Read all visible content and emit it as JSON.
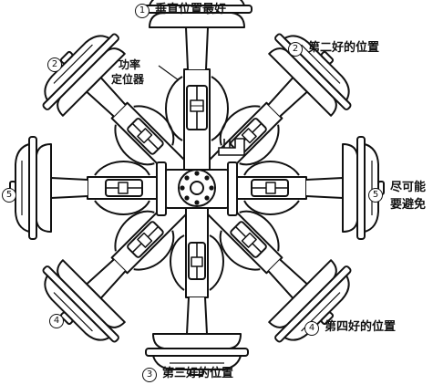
{
  "labels": {
    "top": {
      "num": "1",
      "text": "垂直位置最好"
    },
    "upper_right": {
      "num": "2",
      "text": "第二好的位置"
    },
    "upper_left": {
      "num": "2"
    },
    "right": {
      "num": "5",
      "text_line1": "尽可能",
      "text_line2": "要避免"
    },
    "left": {
      "num": "5"
    },
    "lower_right": {
      "num": "4",
      "text": "第四好的位置"
    },
    "lower_left": {
      "num": "4"
    },
    "bottom": {
      "num": "3",
      "text": "第三好的位置"
    }
  },
  "positioner_note": {
    "line1": "功率",
    "line2": "定位器"
  },
  "colors": {
    "line": "#111111",
    "background": "#ffffff"
  }
}
